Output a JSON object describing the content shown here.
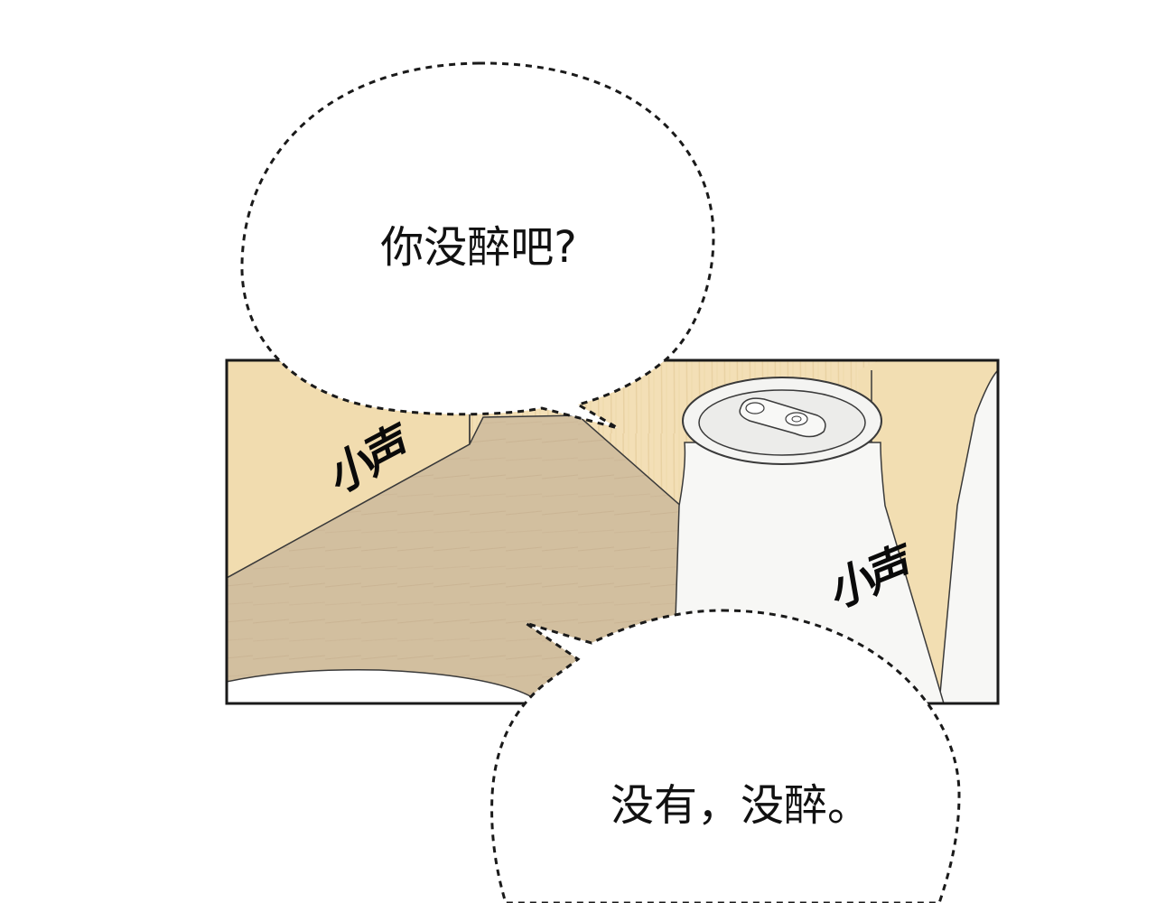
{
  "panel": {
    "background_wall_color": "#f3dfb6",
    "table_color": "#d2bf9f",
    "can_color": "#f7f7f5",
    "border_color": "#1a1a1a"
  },
  "dialogue": {
    "top_bubble": "你没醉吧?",
    "bottom_bubble": "没有，没醉。"
  },
  "sound_effects": {
    "sfx_1": "小声",
    "sfx_2": "小声"
  }
}
